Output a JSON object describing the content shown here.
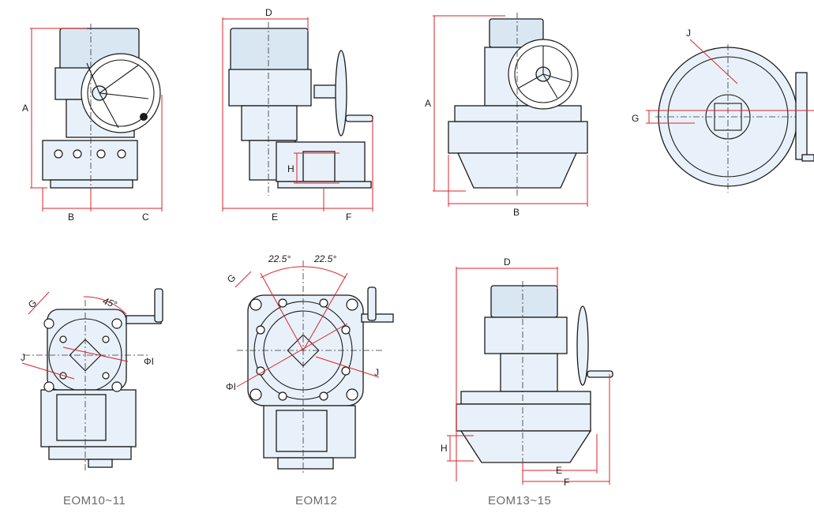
{
  "dimension_labels": {
    "A": "A",
    "B": "B",
    "C": "C",
    "D": "D",
    "E": "E",
    "F": "F",
    "G": "G",
    "H": "H",
    "J": "J",
    "PhiI": "ΦI"
  },
  "angles": {
    "a45": "45°",
    "a22_5": "22.5°"
  },
  "captions": {
    "eom10": "EOM10~11",
    "eom12": "EOM12",
    "eom13": "EOM13~15"
  },
  "colors": {
    "dimension_line": "#d9252b",
    "body_fill": "#e8f1f9",
    "outline": "#1a1a1a"
  }
}
